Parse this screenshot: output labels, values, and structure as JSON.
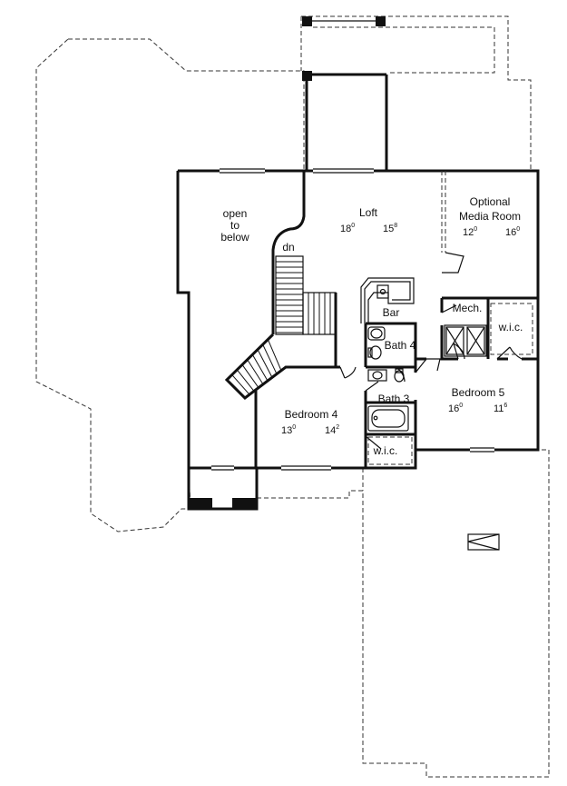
{
  "rooms": {
    "open_to_below": [
      "open",
      "to",
      "below"
    ],
    "stair_down": "dn",
    "loft": {
      "name": "Loft",
      "w_ft": "18",
      "w_in": "0",
      "d_ft": "15",
      "d_in": "8"
    },
    "media_room": {
      "name_line1": "Optional",
      "name_line2": "Media Room",
      "w_ft": "12",
      "w_in": "0",
      "d_ft": "16",
      "d_in": "0"
    },
    "bar": "Bar",
    "mech": "Mech.",
    "wic_bedroom5": "w.i.c.",
    "bath4": "Bath 4",
    "bath3": "Bath 3",
    "bedroom5": {
      "name": "Bedroom 5",
      "w_ft": "16",
      "w_in": "0",
      "d_ft": "11",
      "d_in": "6"
    },
    "bedroom4": {
      "name": "Bedroom 4",
      "w_ft": "13",
      "w_in": "0",
      "d_ft": "14",
      "d_in": "2"
    },
    "wic_bedroom4": "w.i.c."
  },
  "colors": {
    "wall": "#111111",
    "background": "#ffffff",
    "dashed_roof": "#333333"
  }
}
